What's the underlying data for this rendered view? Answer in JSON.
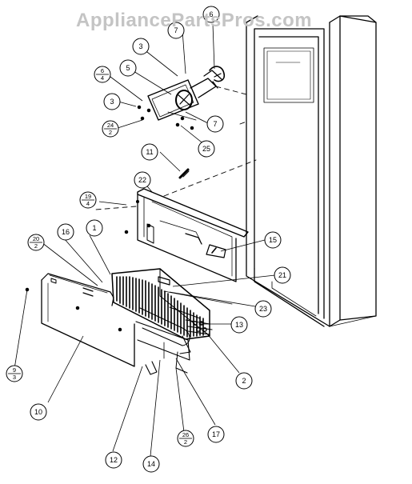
{
  "watermark": "AppliancePartsPros.com",
  "callouts": {
    "c1": "1",
    "c2": "2",
    "c3a": "3",
    "c3b": "3",
    "c5": "5",
    "c6": "6",
    "c7": "7",
    "c10": "10",
    "c11": "11",
    "c12": "12",
    "c13": "13",
    "c14": "14",
    "c15": "15",
    "c16": "16",
    "c17": "17",
    "c21": "21",
    "c22": "22",
    "c23": "23",
    "c25": "25"
  },
  "fraction_callouts": {
    "f_6_4": {
      "num": "6",
      "den": "4"
    },
    "f_24_2": {
      "num": "24",
      "den": "2"
    },
    "f_19_4": {
      "num": "19",
      "den": "4"
    },
    "f_20_2": {
      "num": "20",
      "den": "2"
    },
    "f_9_3": {
      "num": "9",
      "den": "3"
    },
    "f_26_2": {
      "num": "26",
      "den": "2"
    }
  }
}
